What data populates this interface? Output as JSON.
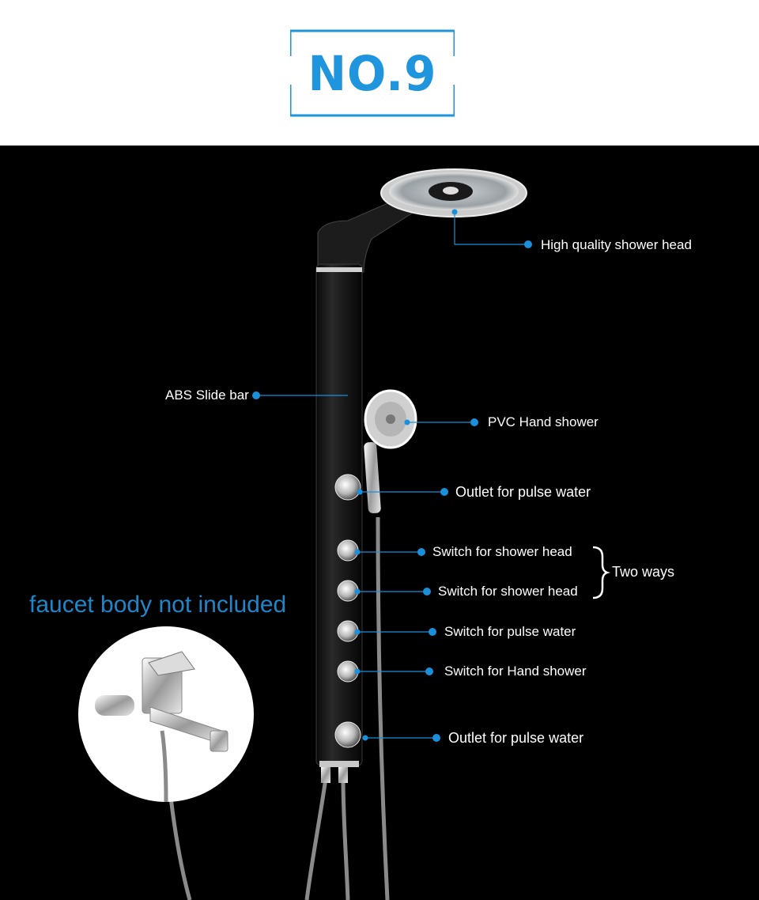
{
  "badge": {
    "text": "NO.9"
  },
  "labels": {
    "shower_head": "High quality shower head",
    "slide_bar": "ABS Slide bar",
    "hand_shower": "PVC Hand shower",
    "pulse_outlet_top": "Outlet for pulse water",
    "switch_shower_head_1": "Switch for shower head",
    "switch_shower_head_2": "Switch for shower head",
    "two_ways": "Two ways",
    "switch_pulse": "Switch for pulse water",
    "switch_hand": "Switch for Hand shower",
    "pulse_outlet_bottom": "Outlet for pulse water"
  },
  "faucet_note": "faucet body not included",
  "colors": {
    "accent_blue": "#1e95dd",
    "note_blue": "#1f86c9",
    "background": "#000000",
    "callout_dot": "#1a8fdc"
  }
}
